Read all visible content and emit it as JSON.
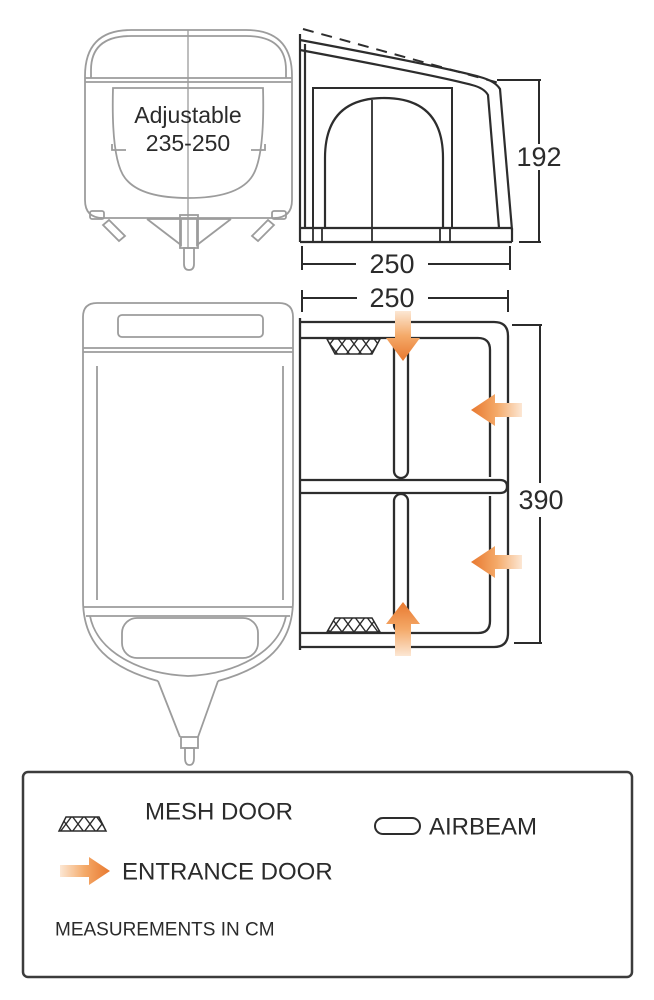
{
  "colors": {
    "awning_outline": "#2d2d2d",
    "caravan_outline": "#9c9c9c",
    "accent_orange": "#E8782F",
    "accent_orange_light": "#FCE7D4",
    "background": "#ffffff"
  },
  "side_elevation": {
    "adjustable_label_line1": "Adjustable",
    "adjustable_label_line2": "235-250",
    "height_dim": "192",
    "depth_dim": "250"
  },
  "plan_view": {
    "depth_dim": "250",
    "width_dim": "390"
  },
  "legend": {
    "mesh_door_label": "MESH DOOR",
    "entrance_door_label": "ENTRANCE DOOR",
    "airbeam_label": "AIRBEAM",
    "measurements_note": "MEASUREMENTS IN CM"
  }
}
